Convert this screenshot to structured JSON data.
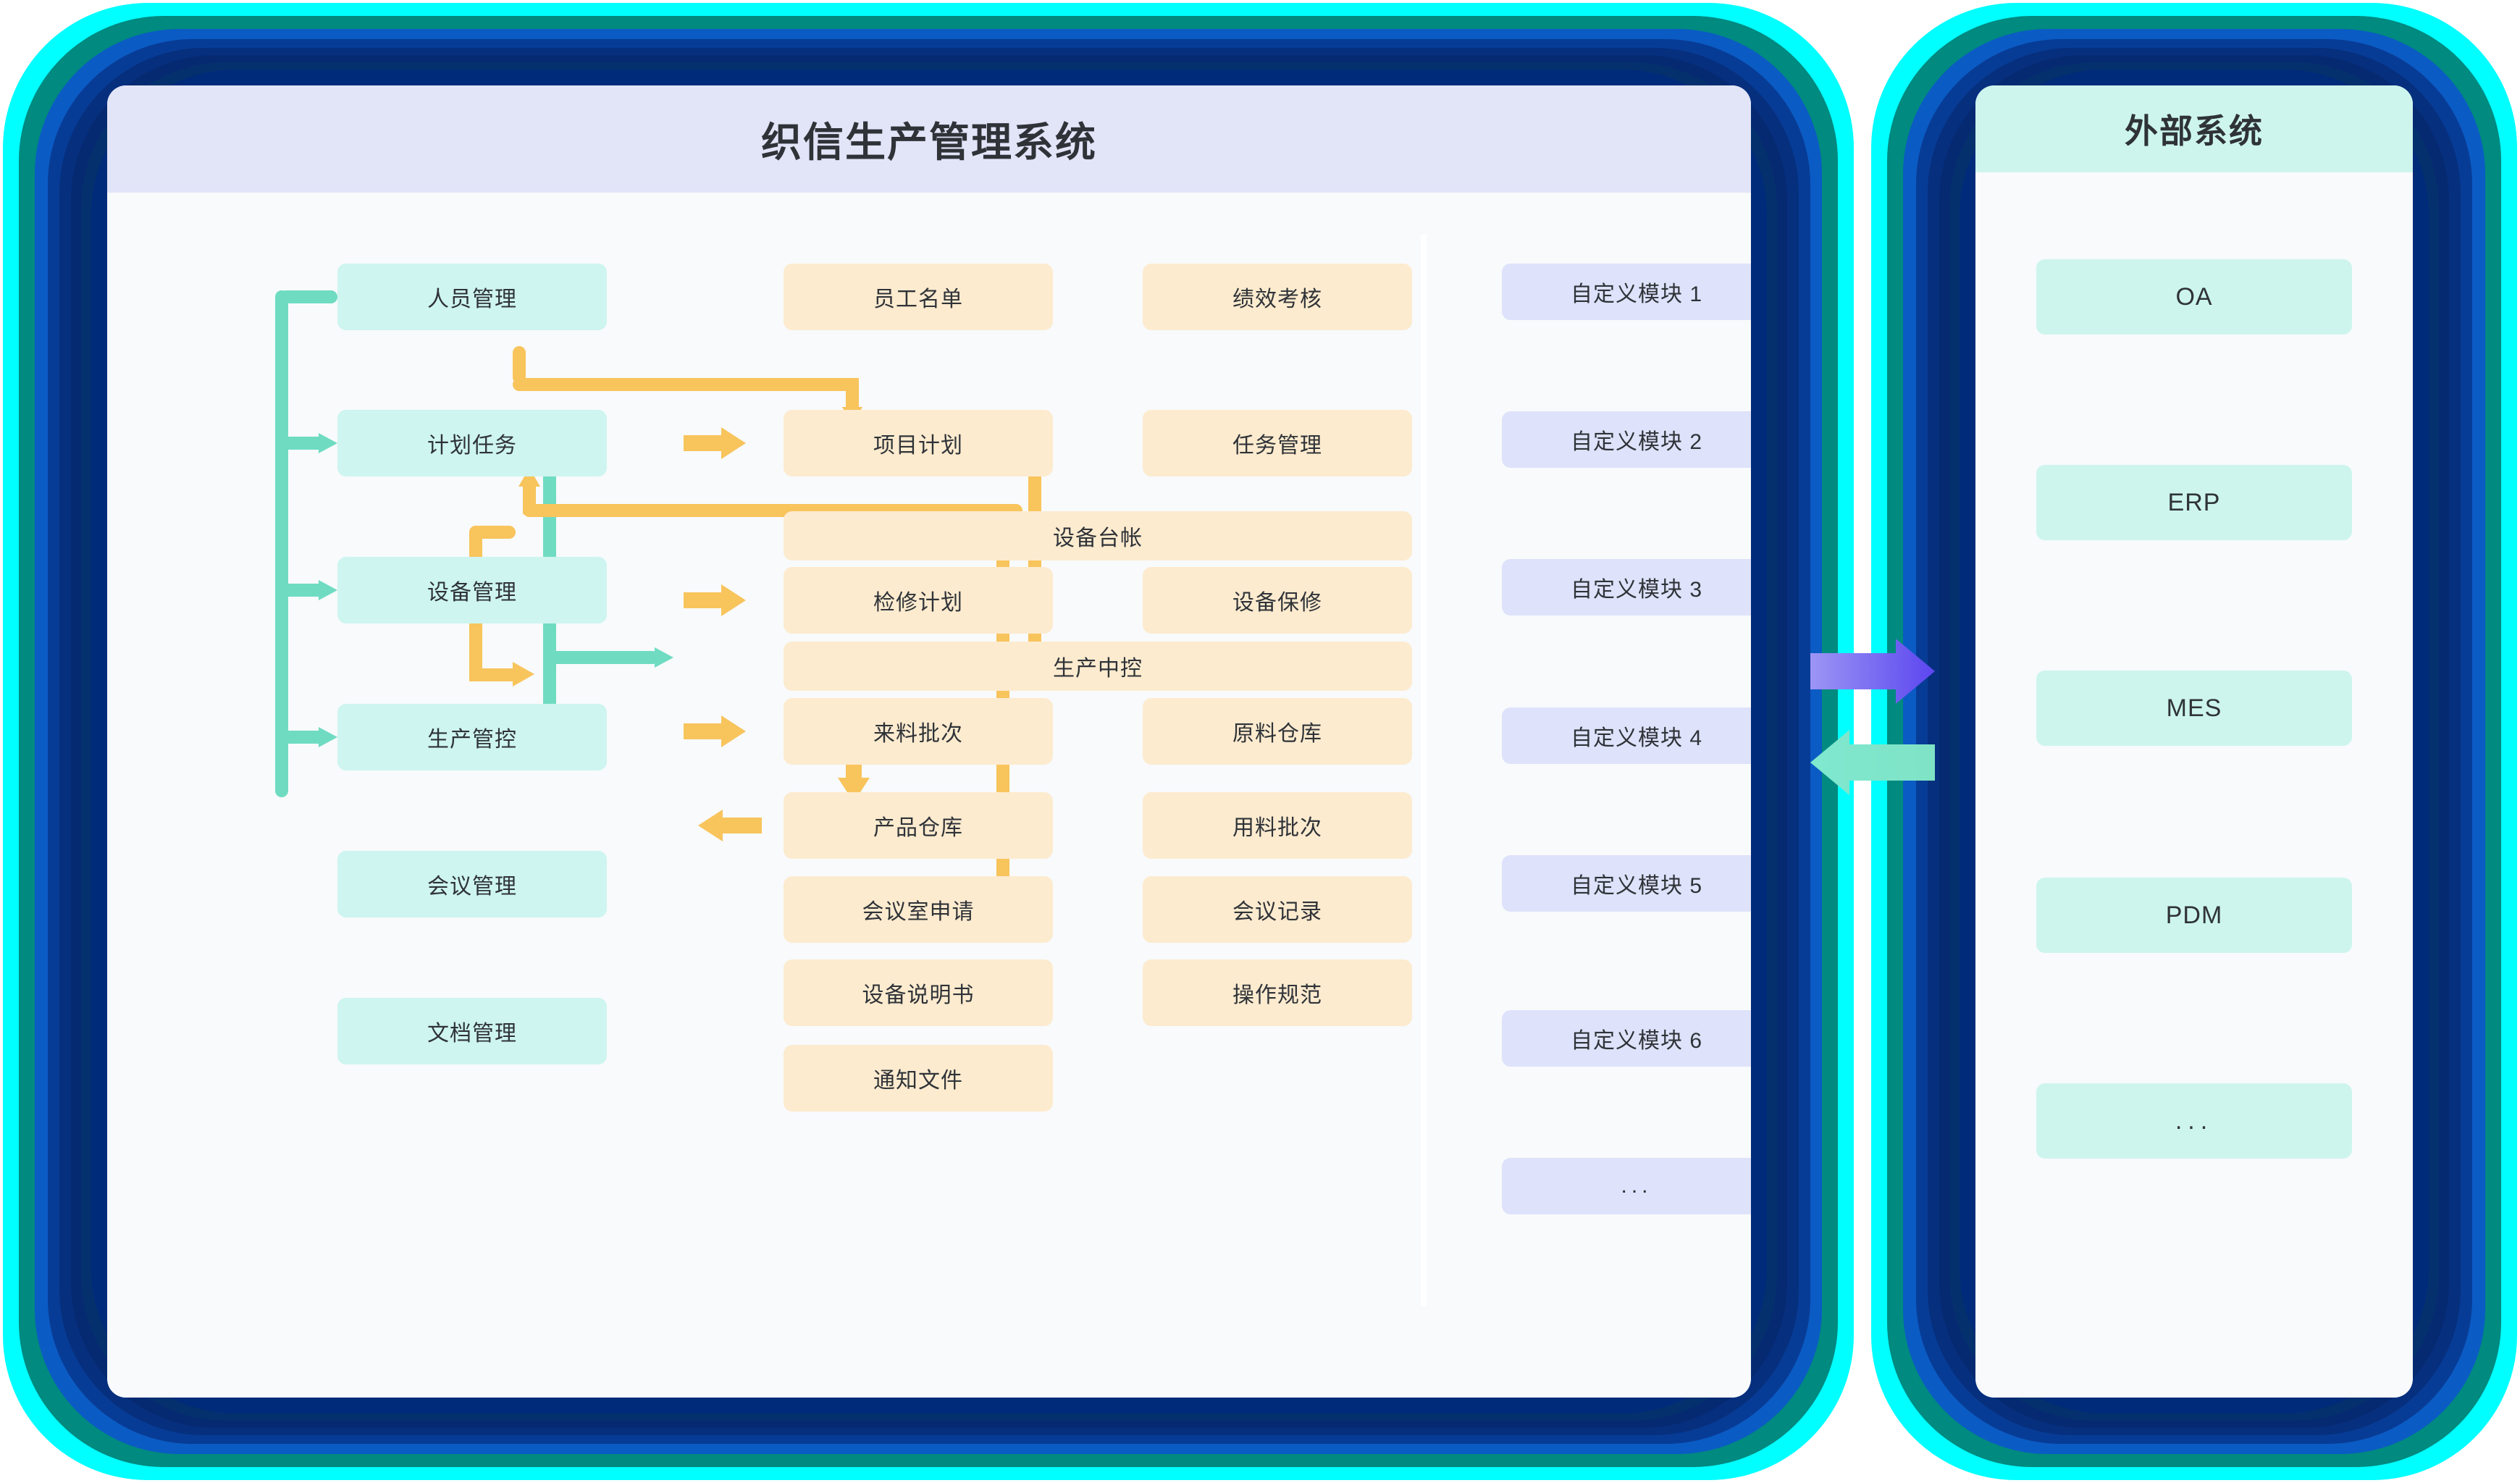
{
  "colors": {
    "glow_cyan": "#00ffff",
    "glow_teal": "#008a80",
    "glow_blue_mid": "#0b5bc4",
    "glow_blue_deep": "#00266e",
    "glow_navy": "#002b7a",
    "panel_bg": "#f8fafc",
    "main_header_bg": "#e2e4f8",
    "ext_header_bg": "#cdf5ee",
    "node_green": "#cef5f0",
    "node_orange": "#fdebcf",
    "node_purple": "#dee2fa",
    "node_mint": "#cdf5ee",
    "connector_green": "#6fdcc2",
    "connector_orange": "#f8c45c",
    "bridge_arrow_right": "#6d5ef0",
    "bridge_arrow_left": "#7fe3c6",
    "text": "#2f3338"
  },
  "main_panel": {
    "title": "织信生产管理系统",
    "column_left": [
      {
        "label": "人员管理"
      },
      {
        "label": "计划任务"
      },
      {
        "label": "设备管理"
      },
      {
        "label": "生产管控"
      },
      {
        "label": "会议管理"
      },
      {
        "label": "文档管理"
      }
    ],
    "column_mid_left": [
      {
        "label": "员工名单"
      },
      {
        "label": "项目计划"
      },
      {
        "label": "检修计划"
      },
      {
        "label": "来料批次"
      },
      {
        "label": "产品仓库"
      },
      {
        "label": "会议室申请"
      },
      {
        "label": "设备说明书"
      },
      {
        "label": "通知文件"
      }
    ],
    "column_mid_right": [
      {
        "label": "绩效考核"
      },
      {
        "label": "任务管理"
      },
      {
        "label": "设备保修"
      },
      {
        "label": "原料仓库"
      },
      {
        "label": "用料批次"
      },
      {
        "label": "会议记录"
      },
      {
        "label": "操作规范"
      }
    ],
    "column_wide": [
      {
        "label": "设备台帐"
      },
      {
        "label": "生产中控"
      }
    ],
    "column_custom": [
      {
        "label": "自定义模块 1"
      },
      {
        "label": "自定义模块 2"
      },
      {
        "label": "自定义模块 3"
      },
      {
        "label": "自定义模块 4"
      },
      {
        "label": "自定义模块 5"
      },
      {
        "label": "自定义模块 6"
      },
      {
        "label": "..."
      }
    ]
  },
  "external_panel": {
    "title": "外部系统",
    "items": [
      {
        "label": "OA"
      },
      {
        "label": "ERP"
      },
      {
        "label": "MES"
      },
      {
        "label": "PDM"
      },
      {
        "label": "..."
      }
    ]
  },
  "bridge": {
    "arrow_right_name": "to-external",
    "arrow_left_name": "from-external"
  }
}
